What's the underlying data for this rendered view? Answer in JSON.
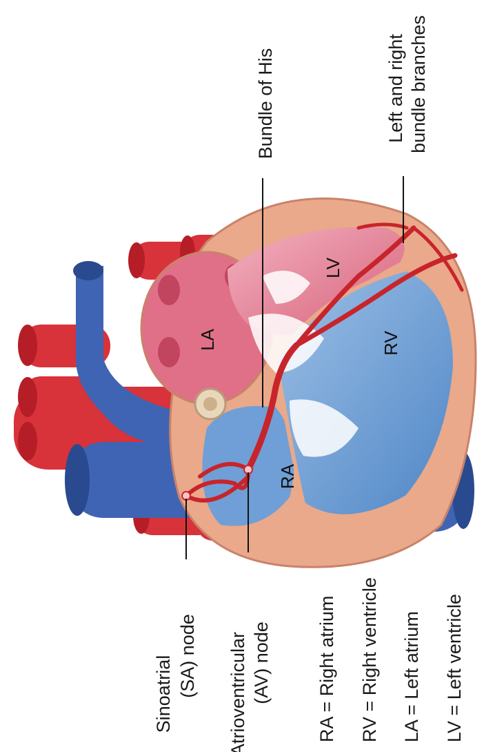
{
  "diagram": {
    "chamber_labels": {
      "ra": "RA",
      "rv": "RV",
      "la": "LA",
      "lv": "LV"
    },
    "callouts": {
      "sa_node": [
        "Sinoatrial",
        "(SA) node"
      ],
      "av_node": [
        "Atrioventricular",
        "(AV) node"
      ],
      "bundle_of_his": "Bundle of His",
      "bundle_branches": [
        "Left and right",
        "bundle branches"
      ]
    },
    "legend": [
      "RA = Right atrium",
      "RV = Right ventricle",
      "LA = Left atrium",
      "LV = Left ventricle"
    ],
    "colors": {
      "artery_red": "#d8323a",
      "vein_blue": "#3f64b3",
      "right_heart_blue": "#6f9fd6",
      "left_heart_pink": "#e06f86",
      "myocardium": "#e9a98a",
      "conduction_red": "#c8242b"
    }
  }
}
